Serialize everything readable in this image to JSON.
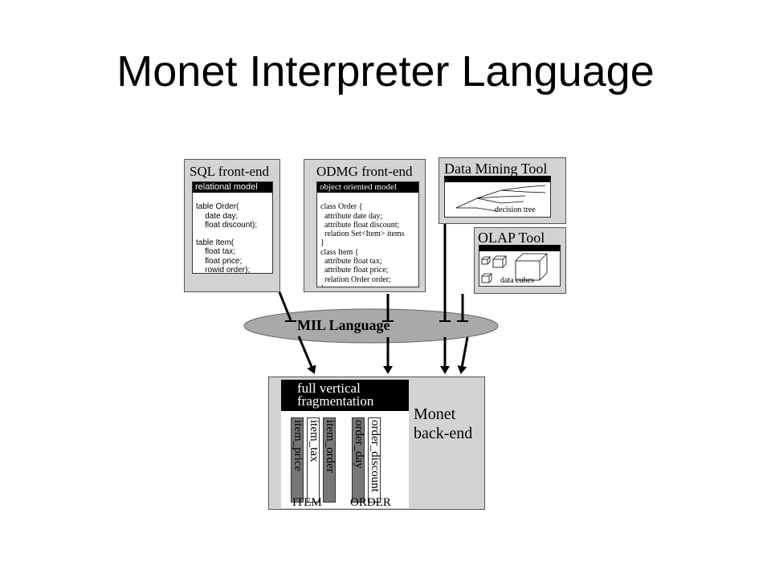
{
  "title": "Monet Interpreter Language",
  "sql": {
    "title": "SQL front-end",
    "model": "relational model",
    "code": [
      "table Order(",
      "    date day;",
      "    float discount);",
      "",
      "table Item(",
      "    float tax;",
      "    float price;",
      "    rowid order);"
    ]
  },
  "odmg": {
    "title": "ODMG front-end",
    "model": "object oriented model",
    "code": [
      "class Order {",
      "  attribute date day;",
      "  attribute float discount;",
      "  relation Set<Item> items",
      "}",
      "class Item {",
      "  attribute float tax;",
      "  attribute float price;",
      "  relation Order order;",
      "}"
    ]
  },
  "mining": {
    "title": "Data Mining Tool",
    "caption": "decision tree"
  },
  "olap": {
    "title": "OLAP Tool",
    "caption": "data cubes"
  },
  "mil": {
    "label": "MIL Language"
  },
  "backend": {
    "label_line1": "Monet",
    "label_line2": "back-end",
    "frag_line1": "full vertical",
    "frag_line2": "fragmentation",
    "columns": [
      "item_price",
      "item_tax",
      "item_order",
      "order_day",
      "order_discount"
    ],
    "tables": [
      "ITEM",
      "ORDER"
    ]
  },
  "colors": {
    "panel": "#d3d3d3",
    "ellipse": "#a9a9a9",
    "dark_column": "#777777"
  }
}
